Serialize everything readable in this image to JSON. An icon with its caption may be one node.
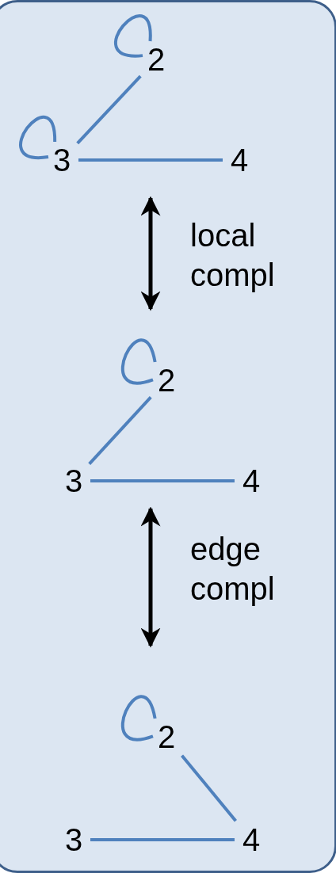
{
  "diagram": {
    "nodes": [
      {
        "text": [
          "2"
        ]
      },
      {
        "text": [
          "3"
        ]
      },
      {
        "text": [
          "4"
        ]
      },
      {
        "text": [
          "2"
        ]
      },
      {
        "text": [
          "3"
        ]
      },
      {
        "text": [
          "4"
        ]
      },
      {
        "text": [
          "2"
        ]
      },
      {
        "text": [
          "3"
        ]
      },
      {
        "text": [
          "4"
        ]
      }
    ],
    "edges": [
      {
        "from": 0,
        "to": 0,
        "arrow": "none"
      },
      {
        "from": 1,
        "to": 1,
        "arrow": "none"
      },
      {
        "from": 0,
        "to": 1,
        "arrow": "none"
      },
      {
        "from": 1,
        "to": 2,
        "arrow": "none"
      },
      {
        "from": 3,
        "to": 3,
        "arrow": "none"
      },
      {
        "from": 3,
        "to": 4,
        "arrow": "none"
      },
      {
        "from": 4,
        "to": 5,
        "arrow": "none"
      },
      {
        "from": 6,
        "to": 6,
        "arrow": "none"
      },
      {
        "from": 7,
        "to": 8,
        "arrow": "none"
      },
      {
        "from": 6,
        "to": 8,
        "arrow": "none"
      }
    ],
    "labels": [
      "local compl",
      "edge compl"
    ]
  }
}
